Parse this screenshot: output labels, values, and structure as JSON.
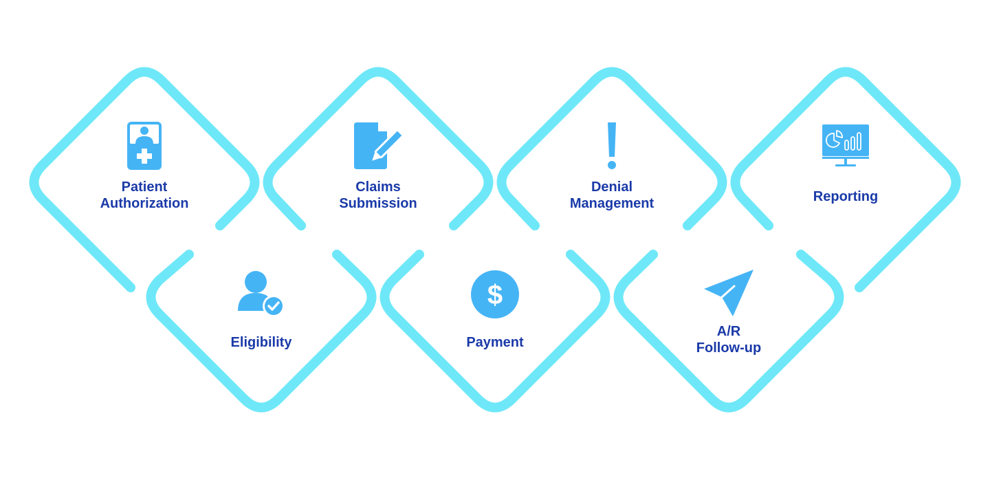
{
  "colors": {
    "link_stroke": "#6ee8f8",
    "icon_fill": "#45b4f5",
    "label_text": "#1a3aa8",
    "background": "#ffffff"
  },
  "steps": [
    {
      "id": "patient-authorization",
      "line1": "Patient",
      "line2": "Authorization",
      "icon": "patient-id-card-icon",
      "row": "top"
    },
    {
      "id": "eligibility",
      "line1": "Eligibility",
      "line2": "",
      "icon": "user-check-icon",
      "row": "bottom"
    },
    {
      "id": "claims-submission",
      "line1": "Claims",
      "line2": "Submission",
      "icon": "document-edit-icon",
      "row": "top"
    },
    {
      "id": "payment",
      "line1": "Payment",
      "line2": "",
      "icon": "dollar-circle-icon",
      "row": "bottom"
    },
    {
      "id": "denial-management",
      "line1": "Denial",
      "line2": "Management",
      "icon": "exclamation-icon",
      "row": "top"
    },
    {
      "id": "ar-follow-up",
      "line1": "A/R",
      "line2": "Follow-up",
      "icon": "paper-plane-icon",
      "row": "bottom"
    },
    {
      "id": "reporting",
      "line1": "Reporting",
      "line2": "",
      "icon": "monitor-chart-icon",
      "row": "top"
    }
  ]
}
